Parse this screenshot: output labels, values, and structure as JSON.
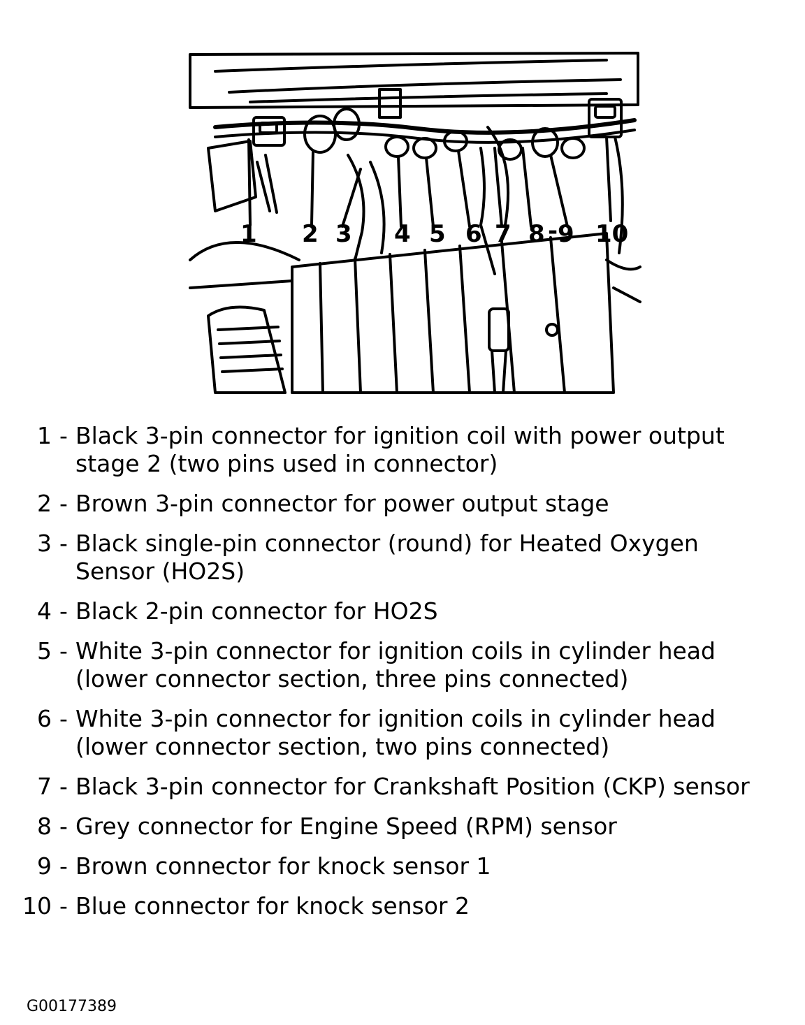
{
  "callouts": [
    "1",
    "2",
    "3",
    "4",
    "5",
    "6",
    "7",
    "8",
    "9",
    "10"
  ],
  "callout_sep_8_9": "-",
  "items": [
    {
      "num": "1",
      "sep": "-",
      "text": "Black 3-pin connector for ignition coil with power output stage 2 (two pins used in connector)"
    },
    {
      "num": "2",
      "sep": "-",
      "text": "Brown 3-pin connector for power output stage"
    },
    {
      "num": "3",
      "sep": "-",
      "text": "Black single-pin connector (round) for Heated Oxygen Sensor (HO2S)"
    },
    {
      "num": "4",
      "sep": "-",
      "text": "Black 2-pin connector for HO2S"
    },
    {
      "num": "5",
      "sep": "-",
      "text": "White 3-pin connector for ignition coils in cylinder head (lower connector section, three pins connected)"
    },
    {
      "num": "6",
      "sep": "-",
      "text": "White 3-pin connector for ignition coils in cylinder head (lower connector section, two pins connected)"
    },
    {
      "num": "7",
      "sep": "-",
      "text": "Black 3-pin connector for Crankshaft Position (CKP) sensor"
    },
    {
      "num": "8",
      "sep": "-",
      "text": "Grey connector for Engine Speed (RPM) sensor"
    },
    {
      "num": "9",
      "sep": "-",
      "text": "Brown connector for knock sensor 1"
    },
    {
      "num": "10",
      "sep": "-",
      "text": "Blue connector for knock sensor 2"
    }
  ],
  "figure_code": "G00177389"
}
